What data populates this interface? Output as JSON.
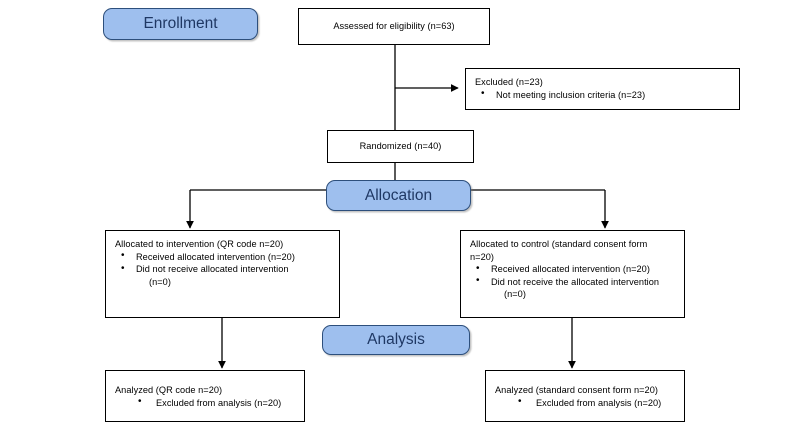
{
  "diagram": {
    "title": "CONSORT participant flow diagram",
    "colors": {
      "banner_fill": "#9ebfee",
      "banner_border": "#2d4f7c",
      "banner_text": "#1f3864",
      "box_border": "#000000",
      "box_fill": "#ffffff",
      "connector": "#000000",
      "page_background": "#ffffff"
    }
  },
  "stages": {
    "enrollment": "Enrollment",
    "allocation": "Allocation",
    "analysis": "Analysis"
  },
  "nodes": {
    "assessed": {
      "text": "Assessed for  eligibility (n=63)"
    },
    "excluded": {
      "header": "Excluded  (n=23)",
      "bullets": [
        "Not  meeting  inclusion criteria (n=23)"
      ]
    },
    "randomized": {
      "text": "Randomized  (n=40)"
    },
    "allocated_intervention": {
      "header": "Allocated to intervention (QR code n=20)",
      "bullets": [
        "Received allocated intervention (n=20)"
      ],
      "bullet_wrapped": {
        "line1": "Did not receive allocated intervention",
        "line2": "(n=0)"
      }
    },
    "allocated_control": {
      "header_line1": "Allocated to control (standard  consent form",
      "header_line2": "n=20)",
      "bullets": [
        "Received allocated intervention  (n=20)"
      ],
      "bullet_wrapped": {
        "line1": "Did not receive the allocated intervention",
        "line2": "(n=0)"
      }
    },
    "analyzed_intervention": {
      "header": "Analyzed (QR code n=20)",
      "bullets": [
        "Excluded from analysis (n=20)"
      ]
    },
    "analyzed_control": {
      "header": "Analyzed (standard  consent form n=20)",
      "bullets": [
        "Excluded from analysis (n=20)"
      ]
    }
  }
}
